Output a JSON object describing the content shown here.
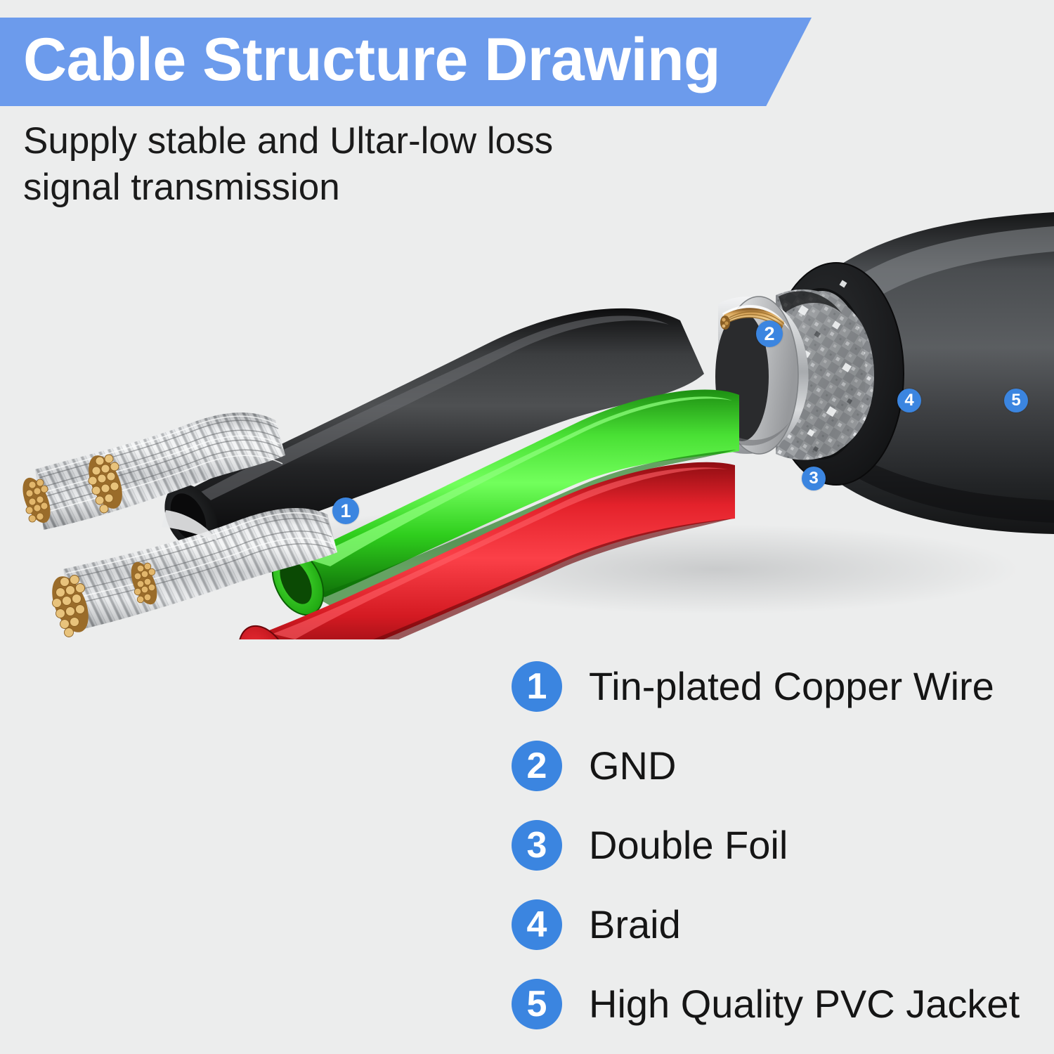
{
  "colors": {
    "accent_blue": "#6c9bec",
    "badge_blue": "#3b85e0",
    "background": "#eceded",
    "title_text": "#ffffff",
    "body_text": "#151515",
    "wire_green": "#31d41f",
    "wire_red": "#e41f28",
    "inner_jacket_black": "#1d1d1d",
    "foil_silver": "#c9cacb",
    "braid_gray": "#8e9092",
    "copper_gold": "#c59a4e",
    "tin_silver": "#d6d8da",
    "outer_jacket": "#3a3c3e"
  },
  "header": {
    "title": "Cable Structure Drawing",
    "subtitle": "Supply stable and Ultar-low loss\nsignal transmission"
  },
  "diagram": {
    "name": "cable-cross-section-cutaway",
    "callouts": [
      {
        "id": "1",
        "number": "1",
        "target": "tin-plated-copper-wire"
      },
      {
        "id": "2",
        "number": "2",
        "target": "gnd-drain-wires"
      },
      {
        "id": "3",
        "number": "3",
        "target": "double-foil"
      },
      {
        "id": "4",
        "number": "4",
        "target": "braid"
      },
      {
        "id": "5",
        "number": "5",
        "target": "pvc-jacket"
      }
    ]
  },
  "legend": {
    "items": [
      {
        "number": "1",
        "label": "Tin-plated Copper Wire"
      },
      {
        "number": "2",
        "label": "GND"
      },
      {
        "number": "3",
        "label": "Double Foil"
      },
      {
        "number": "4",
        "label": "Braid"
      },
      {
        "number": "5",
        "label": "High Quality PVC Jacket"
      }
    ]
  }
}
